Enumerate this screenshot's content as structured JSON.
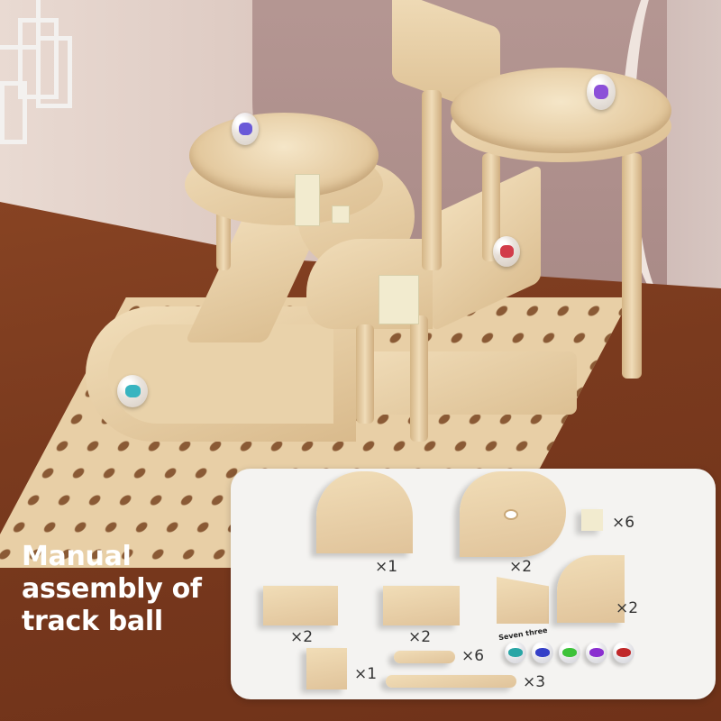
{
  "headline": {
    "lines": [
      "Manual",
      "assembly of",
      "track ball"
    ]
  },
  "parts_panel": {
    "items": [
      {
        "name": "u-turn-track",
        "qty": "×1"
      },
      {
        "name": "funnel-bowl-track",
        "qty": "×2"
      },
      {
        "name": "connector-clip",
        "qty": "×6"
      },
      {
        "name": "curved-entry-track",
        "qty": "×2"
      },
      {
        "name": "straight-track",
        "qty": "×2"
      },
      {
        "name": "ramp-track",
        "qty": "×2"
      },
      {
        "name": "corner-track",
        "qty": "×2"
      },
      {
        "name": "end-cup-block",
        "qty": "×1"
      },
      {
        "name": "short-support-rod",
        "qty": "×6"
      },
      {
        "name": "long-support-rod",
        "qty": "×3"
      }
    ],
    "marbles_label": "Seven three",
    "marble_colors": [
      "#2aa6a6",
      "#3540c8",
      "#3cc23a",
      "#8a2fd0",
      "#c0282a"
    ]
  },
  "scene": {
    "ball_colors": [
      "#6a5ad8",
      "#8c50d8",
      "#d23c4a",
      "#38b4c0"
    ],
    "wood_color": "#e8d0a8",
    "floor_color": "#7a3a1f",
    "wall_color": "#b89a97"
  }
}
